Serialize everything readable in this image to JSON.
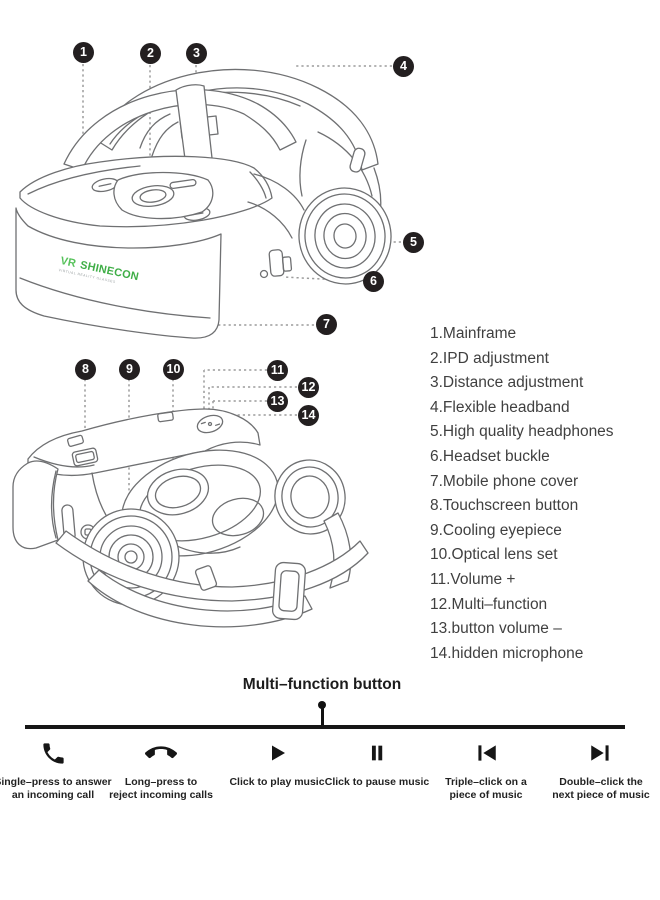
{
  "colors": {
    "logo_green_light": "#56c25a",
    "logo_green": "#3fae47",
    "callout_bg": "#231f20",
    "line_art": "#6f7072",
    "icon_black": "#161616"
  },
  "logo": {
    "brand_prefix": "VR",
    "brand_name": "SHINECON",
    "tagline": "VIRTUAL REALITY GLASSES"
  },
  "callouts": [
    "1",
    "2",
    "3",
    "4",
    "5",
    "6",
    "7",
    "8",
    "9",
    "10",
    "11",
    "12",
    "13",
    "14"
  ],
  "parts_list": {
    "items": [
      "1.Mainframe",
      "2.IPD adjustment",
      "3.Distance adjustment",
      "4.Flexible headband",
      "5.High quality headphones",
      "6.Headset buckle",
      "7.Mobile phone cover",
      "8.Touchscreen button",
      "9.Cooling eyepiece",
      "10.Optical lens set",
      "11.Volume +",
      "12.Multi–function",
      "13.button volume –",
      "14.hidden microphone"
    ]
  },
  "multifunction": {
    "title": "Multi–function button",
    "actions": [
      {
        "icon": "answer-call-icon",
        "label": "Single–press to answer\nan incoming call"
      },
      {
        "icon": "reject-call-icon",
        "label": "Long–press to\nreject incoming calls"
      },
      {
        "icon": "play-icon",
        "label": "Click to play music"
      },
      {
        "icon": "pause-icon",
        "label": "Click to pause music"
      },
      {
        "icon": "previous-track-icon",
        "label": "Triple–click on a\npiece of music"
      },
      {
        "icon": "next-track-icon",
        "label": "Double–click the\nnext piece of music"
      }
    ]
  }
}
